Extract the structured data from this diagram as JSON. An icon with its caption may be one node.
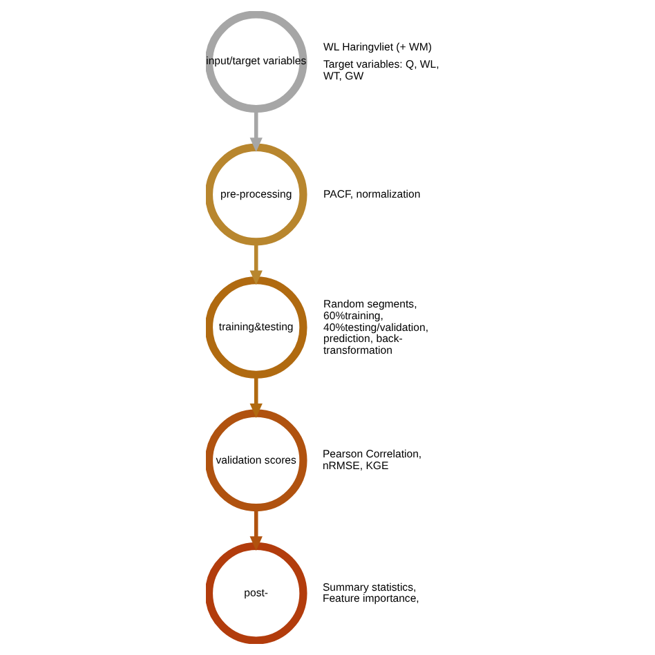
{
  "diagram": {
    "nodes": [
      {
        "text": [
          "input/target variables"
        ],
        "beside": [
          "WL Haringvliet (+ WM)",
          "Target variables: Q, WL, WT, GW"
        ]
      },
      {
        "text": [
          "pre-processing"
        ],
        "beside": [
          "PACF, normalization"
        ]
      },
      {
        "text": [
          "training&testing"
        ],
        "beside": [
          "Random segments, 60%training, 40%testing/validation, prediction, back-transformation"
        ]
      },
      {
        "text": [
          "validation scores"
        ],
        "beside": [
          "Pearson Correlation, nRMSE, KGE"
        ]
      },
      {
        "text": [
          "post-"
        ],
        "beside": [
          "Summary statistics, Feature importance,"
        ]
      }
    ],
    "edges": [
      {
        "from": 0,
        "to": 1,
        "arrow": "to",
        "color": "#a6a6a6"
      },
      {
        "from": 1,
        "to": 2,
        "arrow": "to",
        "color": "#b8862e"
      },
      {
        "from": 2,
        "to": 3,
        "arrow": "to",
        "color": "#b06a10"
      },
      {
        "from": 3,
        "to": 4,
        "arrow": "to",
        "color": "#b0520f"
      }
    ]
  }
}
